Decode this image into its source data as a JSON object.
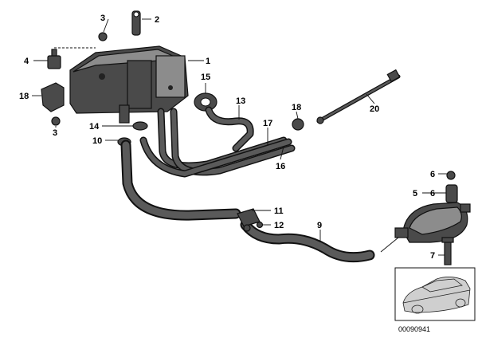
{
  "callouts": {
    "c1": "1",
    "c2": "2",
    "c3a": "3",
    "c3b": "3",
    "c4": "4",
    "c5": "5",
    "c6a": "6",
    "c6b": "6",
    "c7": "7",
    "c9": "9",
    "c10": "10",
    "c11": "11",
    "c12": "12",
    "c13": "13",
    "c14": "14",
    "c15": "15",
    "c16": "16",
    "c17": "17",
    "c18a": "18",
    "c18b": "18",
    "c20": "20"
  },
  "reference_number": "00090941",
  "colors": {
    "ink": "#111111",
    "part_fill": "#4a4a4a",
    "background": "#ffffff"
  }
}
